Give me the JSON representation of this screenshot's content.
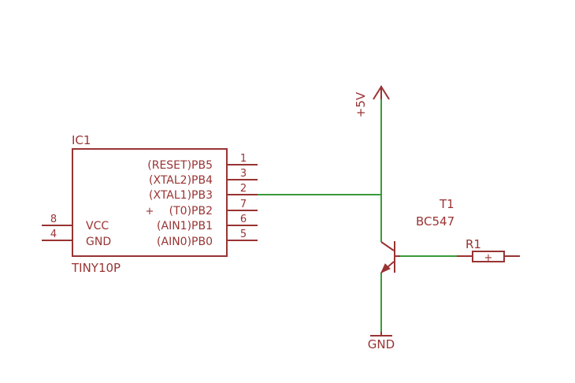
{
  "ic": {
    "name": "IC1",
    "value": "TINY10P",
    "pins_right": [
      {
        "label": "(RESET)PB5",
        "num": "1"
      },
      {
        "label": "(XTAL2)PB4",
        "num": "3"
      },
      {
        "label": "(XTAL1)PB3",
        "num": "2"
      },
      {
        "label": "(T0)PB2",
        "num": "7"
      },
      {
        "label": "(AIN1)PB1",
        "num": "6"
      },
      {
        "label": "(AIN0)PB0",
        "num": "5"
      }
    ],
    "pins_left": [
      {
        "label": "VCC",
        "num": "8"
      },
      {
        "label": "GND",
        "num": "4"
      }
    ],
    "plus_mark": "+"
  },
  "transistor": {
    "name": "T1",
    "value": "BC547"
  },
  "resistor": {
    "name": "R1",
    "mark": "+"
  },
  "supply": {
    "label": "+5V"
  },
  "ground": {
    "label": "GND"
  },
  "colors": {
    "part": "#993333",
    "wire": "#3a9a3a",
    "background": "#ffffff"
  }
}
